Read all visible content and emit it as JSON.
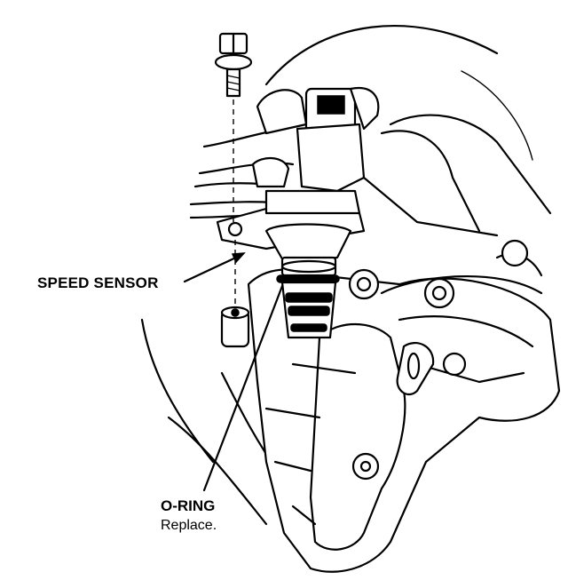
{
  "labels": {
    "speed_sensor": "SPEED SENSOR",
    "o_ring": "O-RING",
    "o_ring_note": "Replace."
  }
}
